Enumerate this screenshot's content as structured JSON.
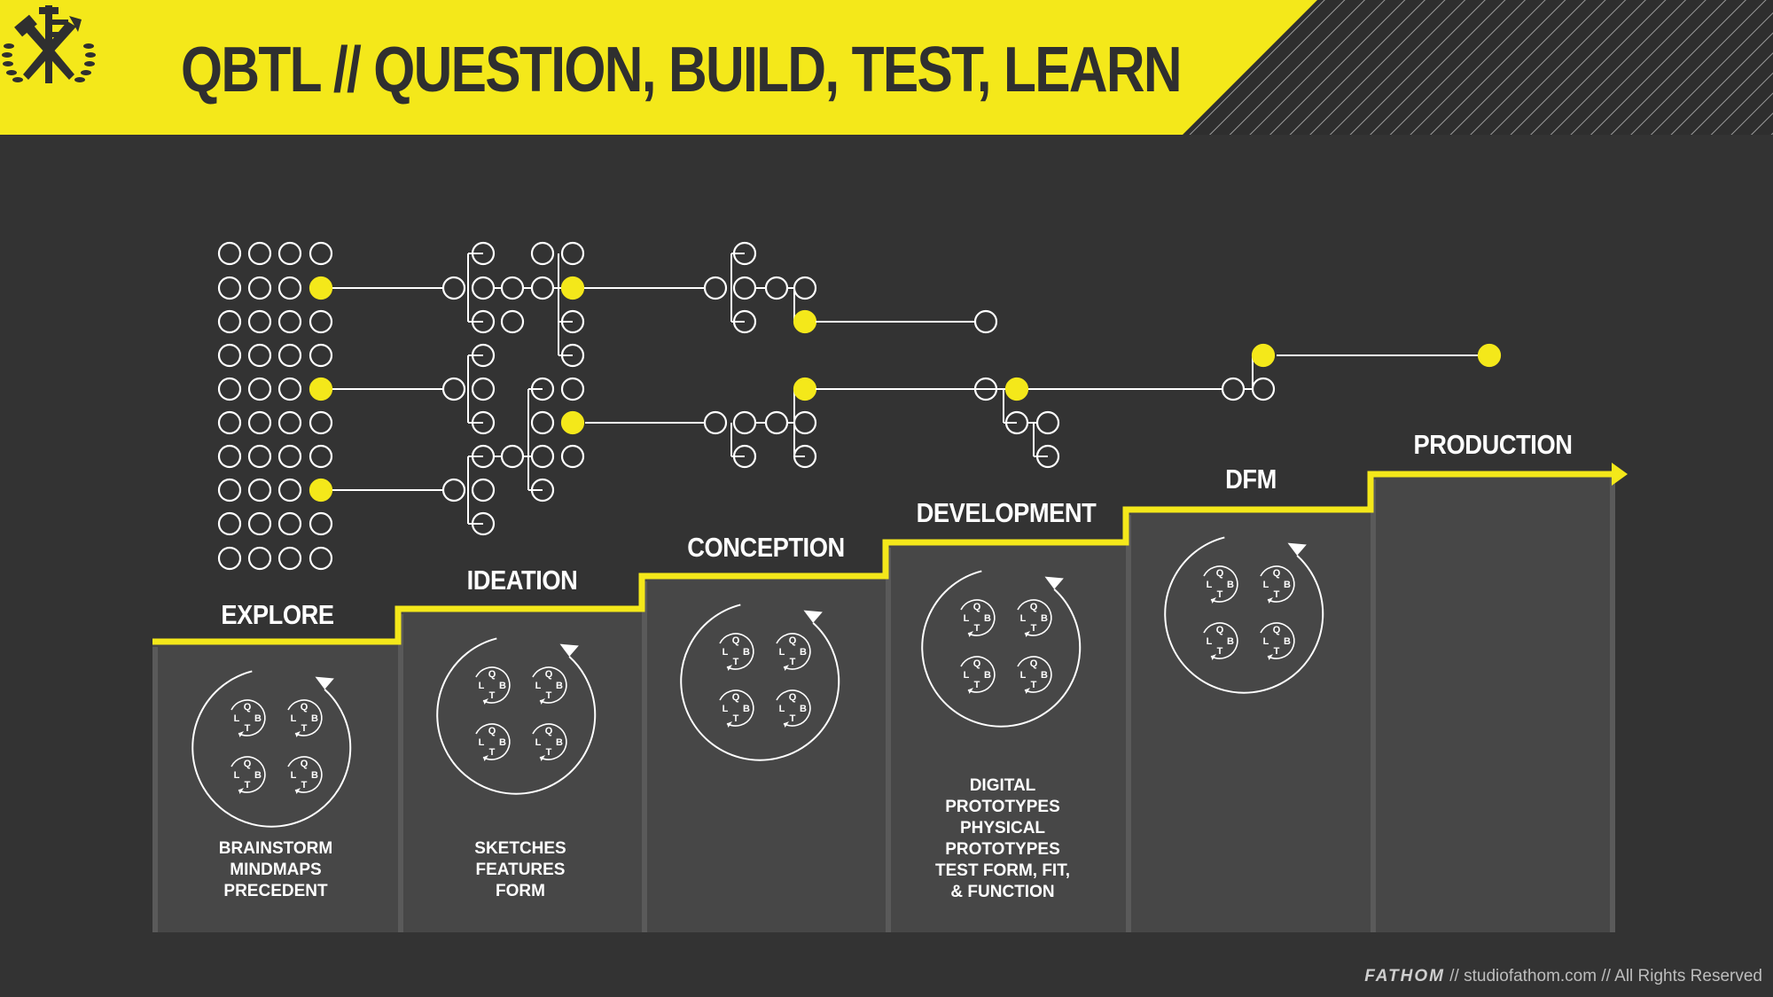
{
  "header": {
    "title": "QBTL // QUESTION, BUILD, TEST, LEARN",
    "accent_color": "#f4e81a",
    "background_color": "#333333",
    "logo": "crossed-tools-laurel-logo"
  },
  "stages": [
    {
      "id": "explore",
      "label": "EXPLORE",
      "activities": [
        "BRAINSTORM",
        "MINDMAPS",
        "PRECEDENT"
      ]
    },
    {
      "id": "ideation",
      "label": "IDEATION",
      "activities": [
        "SKETCHES",
        "FEATURES",
        "FORM"
      ]
    },
    {
      "id": "conception",
      "label": "CONCEPTION",
      "activities": []
    },
    {
      "id": "development",
      "label": "DEVELOPMENT",
      "activities": [
        "DIGITAL",
        "PROTOTYPES",
        "PHYSICAL",
        "PROTOTYPES",
        "TEST FORM, FIT,",
        "& FUNCTION"
      ]
    },
    {
      "id": "dfm",
      "label": "DFM",
      "activities": []
    },
    {
      "id": "production",
      "label": "PRODUCTION",
      "activities": []
    }
  ],
  "cycle_letters": {
    "q": "Q",
    "b": "B",
    "t": "T",
    "l": "L"
  },
  "footer": {
    "brand": "FATHOM",
    "text": "// studiofathom.com // All Rights Reserved"
  }
}
